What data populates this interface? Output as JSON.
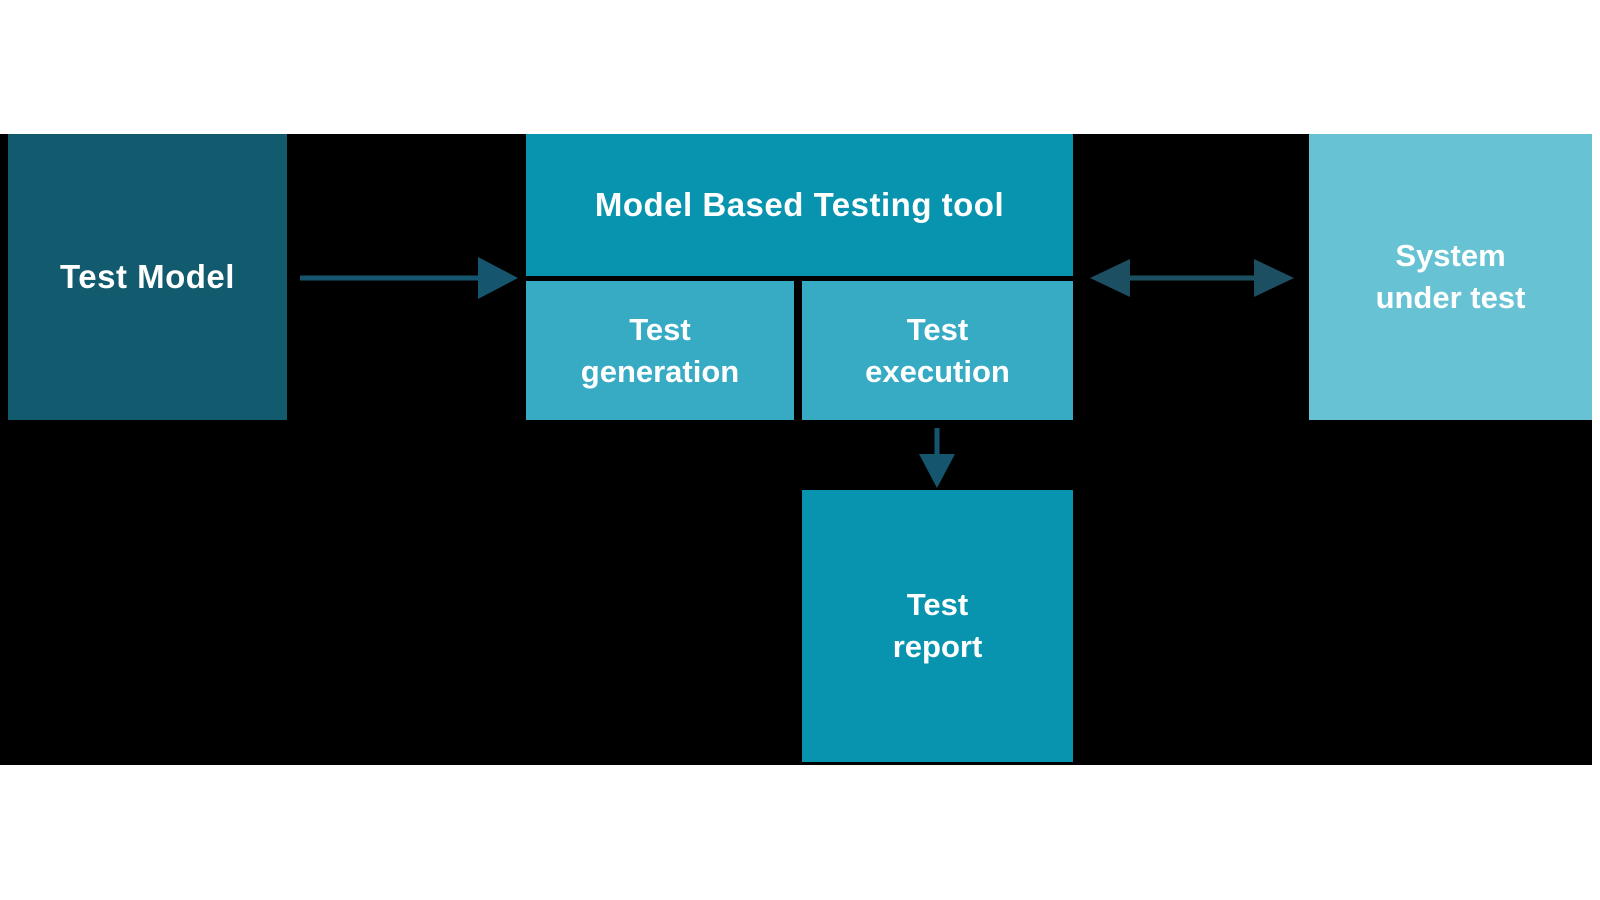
{
  "diagram": {
    "title": "Model Based Testing diagram",
    "page_background": "#ffffff",
    "canvas_background": "#000000",
    "text_color": "#ffffff",
    "boxes": {
      "test_model": {
        "label": "Test Model",
        "color": "#125a6e"
      },
      "mbt_tool": {
        "label": "Model Based Testing tool",
        "color": "#0894ae"
      },
      "test_generation": {
        "lines": [
          "Test",
          "generation"
        ],
        "color": "#38abc4"
      },
      "test_execution": {
        "lines": [
          "Test",
          "execution"
        ],
        "color": "#38abc4"
      },
      "system_under_test": {
        "lines": [
          "System",
          "under test"
        ],
        "color": "#67c3d4"
      },
      "test_report": {
        "lines": [
          "Test",
          "report"
        ],
        "color": "#0894ae"
      }
    },
    "arrows": {
      "model_to_tool": {
        "direction": "right",
        "color": "#15566e"
      },
      "tool_system": {
        "direction": "both",
        "color": "#1d4f63"
      },
      "execution_to_report": {
        "direction": "down",
        "color": "#15566e"
      }
    }
  }
}
